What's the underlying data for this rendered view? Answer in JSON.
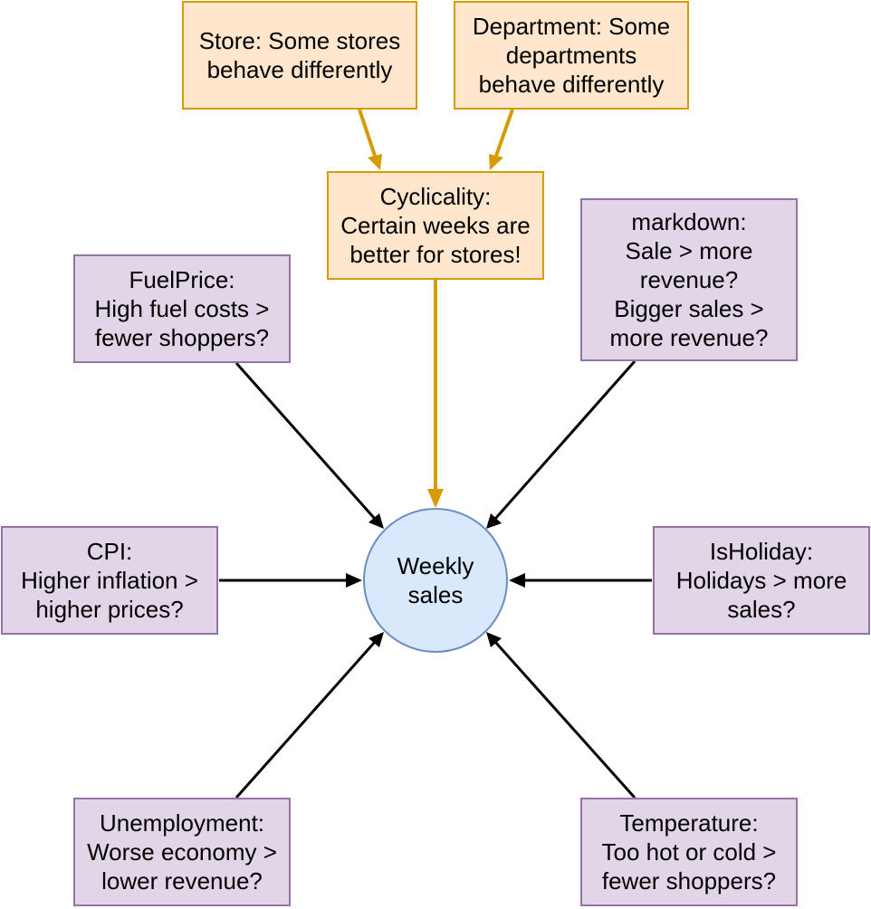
{
  "nodes": {
    "store": {
      "text": "Store: Some stores\nbehave differently"
    },
    "department": {
      "text": "Department: Some\ndepartments\nbehave differently"
    },
    "cyclicality": {
      "text": "Cyclicality:\nCertain weeks are\nbetter for stores!"
    },
    "markdown": {
      "text": "markdown:\nSale > more\nrevenue?\nBigger sales >\nmore revenue?"
    },
    "fuelprice": {
      "text": "FuelPrice:\nHigh fuel costs >\nfewer shoppers?"
    },
    "weekly_sales": {
      "text": "Weekly\nsales"
    },
    "cpi": {
      "text": "CPI:\nHigher inflation >\nhigher prices?"
    },
    "isholiday": {
      "text": "IsHoliday:\nHolidays > more\nsales?"
    },
    "unemployment": {
      "text": "Unemployment:\nWorse economy >\nlower revenue?"
    },
    "temperature": {
      "text": "Temperature:\nToo hot or cold >\nfewer shoppers?"
    }
  },
  "colors": {
    "orange_fill": "#ffe6cc",
    "orange_stroke": "#d79b00",
    "purple_fill": "#e1d5e7",
    "purple_stroke": "#9673a6",
    "blue_fill": "#dae8fc",
    "blue_stroke": "#6c8ebf",
    "arrow_black": "#000000",
    "arrow_orange": "#d79b00"
  }
}
